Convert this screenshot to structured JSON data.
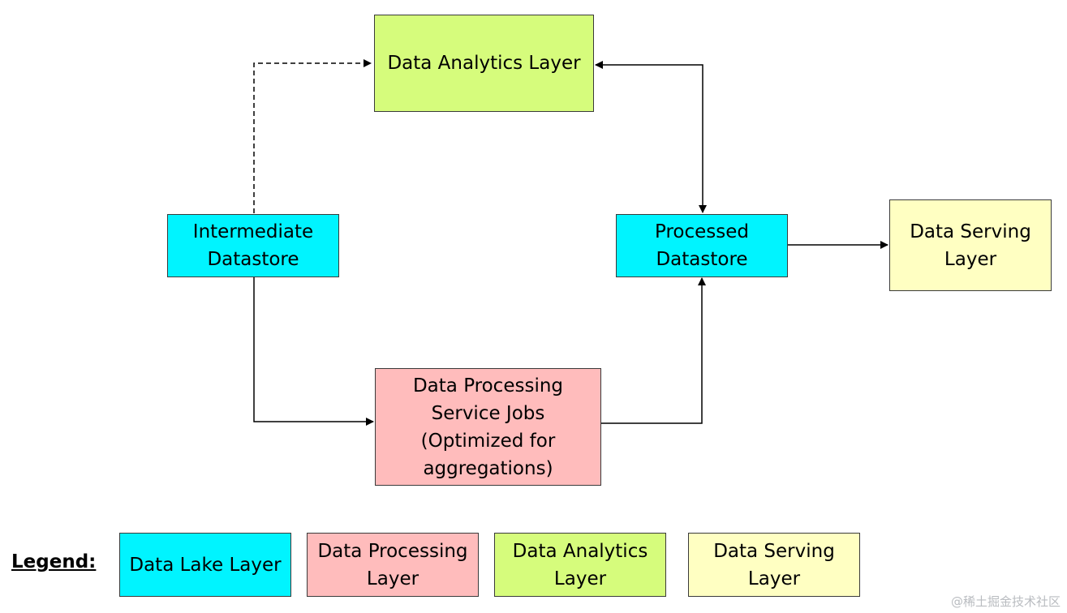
{
  "nodes": {
    "data_analytics": "Data Analytics Layer",
    "intermediate_datastore": "Intermediate\nDatastore",
    "processed_datastore": "Processed\nDatastore",
    "data_serving": "Data Serving\nLayer",
    "data_processing_jobs": "Data Processing\nService Jobs\n(Optimized for\naggregations)"
  },
  "legend": {
    "title": "Legend:",
    "items": [
      {
        "label": "Data Lake Layer",
        "color": "#00f4ff"
      },
      {
        "label": "Data Processing\nLayer",
        "color": "#ffbcbc"
      },
      {
        "label": "Data Analytics\nLayer",
        "color": "#d6fc7c"
      },
      {
        "label": "Data Serving\nLayer",
        "color": "#ffffc2"
      }
    ]
  },
  "watermark": "@稀土掘金技术社区"
}
